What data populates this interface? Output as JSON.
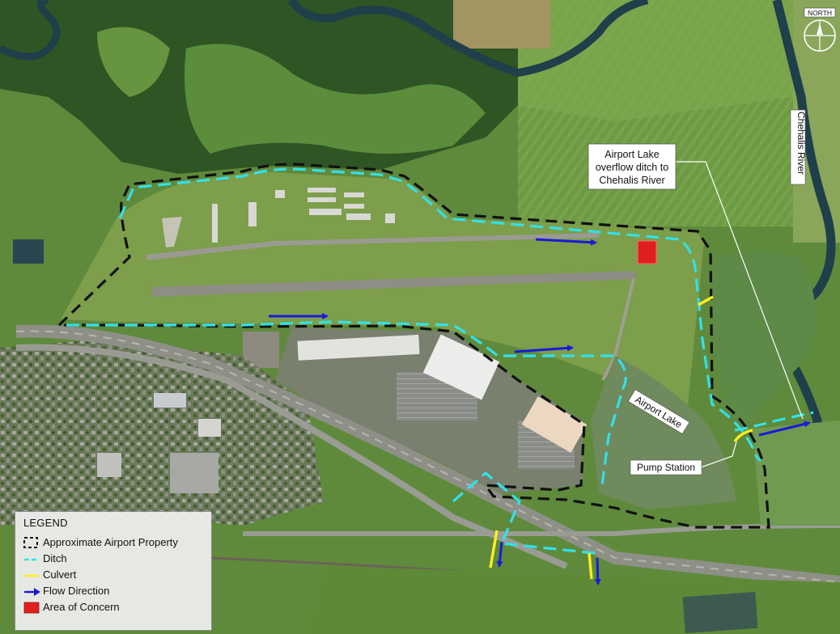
{
  "map": {
    "north_label": "NORTH",
    "labels": {
      "overflow_ditch": [
        "Airport Lake",
        "overflow ditch to",
        "Chehalis River"
      ],
      "chehalis_river": "Chehalis River",
      "airport_lake": "Airport Lake",
      "pump_station": "Pump Station"
    },
    "colors": {
      "property_boundary": "#111111",
      "ditch": "#33e0e8",
      "culvert": "#ffee22",
      "flow_direction": "#1a1ad8",
      "area_of_concern": "#e02020"
    }
  },
  "legend": {
    "title": "LEGEND",
    "items": [
      {
        "label": "Approximate Airport Property",
        "symbol": "dashed-box"
      },
      {
        "label": "Ditch",
        "symbol": "cyan-dash"
      },
      {
        "label": "Culvert",
        "symbol": "yellow-line"
      },
      {
        "label": "Flow Direction",
        "symbol": "blue-arrow"
      },
      {
        "label": "Area of Concern",
        "symbol": "red-box"
      }
    ]
  }
}
